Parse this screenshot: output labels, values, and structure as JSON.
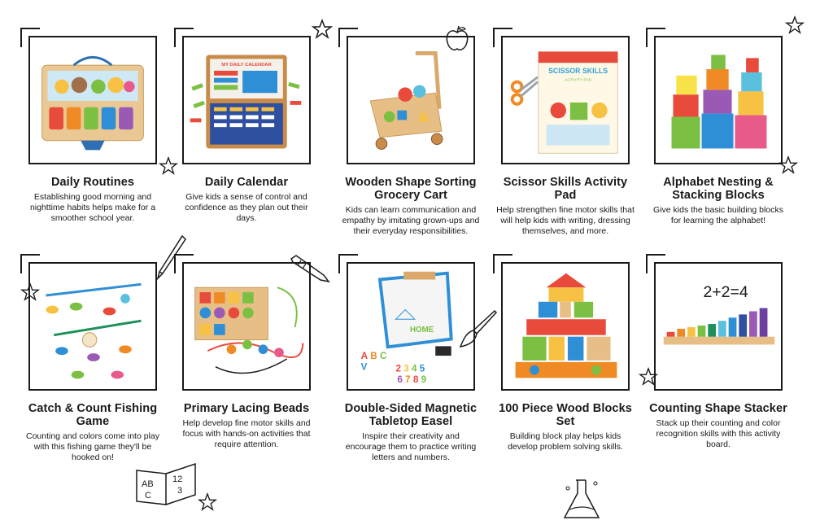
{
  "products": [
    {
      "title": "Daily Routines",
      "description": "Establishing good morning and nighttime habits helps make for a smoother school year."
    },
    {
      "title": "Daily Calendar",
      "description": "Give kids a sense of control and confidence as they plan out their days."
    },
    {
      "title": "Wooden Shape Sorting Grocery Cart",
      "description": "Kids can learn communication and empathy by imitating grown-ups and their everyday responsibilities."
    },
    {
      "title": "Scissor Skills Activity Pad",
      "description": "Help strengthen fine motor skills that will help kids with writing, dressing themselves, and more."
    },
    {
      "title": "Alphabet Nesting & Stacking Blocks",
      "description": "Give kids the basic building blocks for learning the alphabet!"
    },
    {
      "title": "Catch & Count Fishing Game",
      "description": "Counting and colors come into play with this fishing game they'll be hooked on!"
    },
    {
      "title": "Primary Lacing Beads",
      "description": "Help develop fine motor skills and focus with hands-on activities that require attention."
    },
    {
      "title": "Double-Sided Magnetic Tabletop Easel",
      "description": "Inspire their creativity and encourage them to practice writing letters and numbers."
    },
    {
      "title": "100 Piece Wood Blocks Set",
      "description": "Building block play helps kids develop problem solving skills."
    },
    {
      "title": "Counting Shape Stacker",
      "description": "Stack up their counting and color recognition skills with this activity board."
    }
  ],
  "image_text": {
    "calendar_header": "MY DAILY CALENDAR",
    "scissor_pad_title": "SCISSOR SKILLS",
    "scissor_pad_sub": "ACTIVITY PAD",
    "easel_word": "HOME",
    "equation": "2+2=4",
    "book_letters": "AB C 12 3"
  },
  "doodles": [
    "star-icon",
    "apple-icon",
    "pencil-icon",
    "crayon-icon",
    "paintbrush-icon",
    "book-icon",
    "beaker-icon"
  ]
}
